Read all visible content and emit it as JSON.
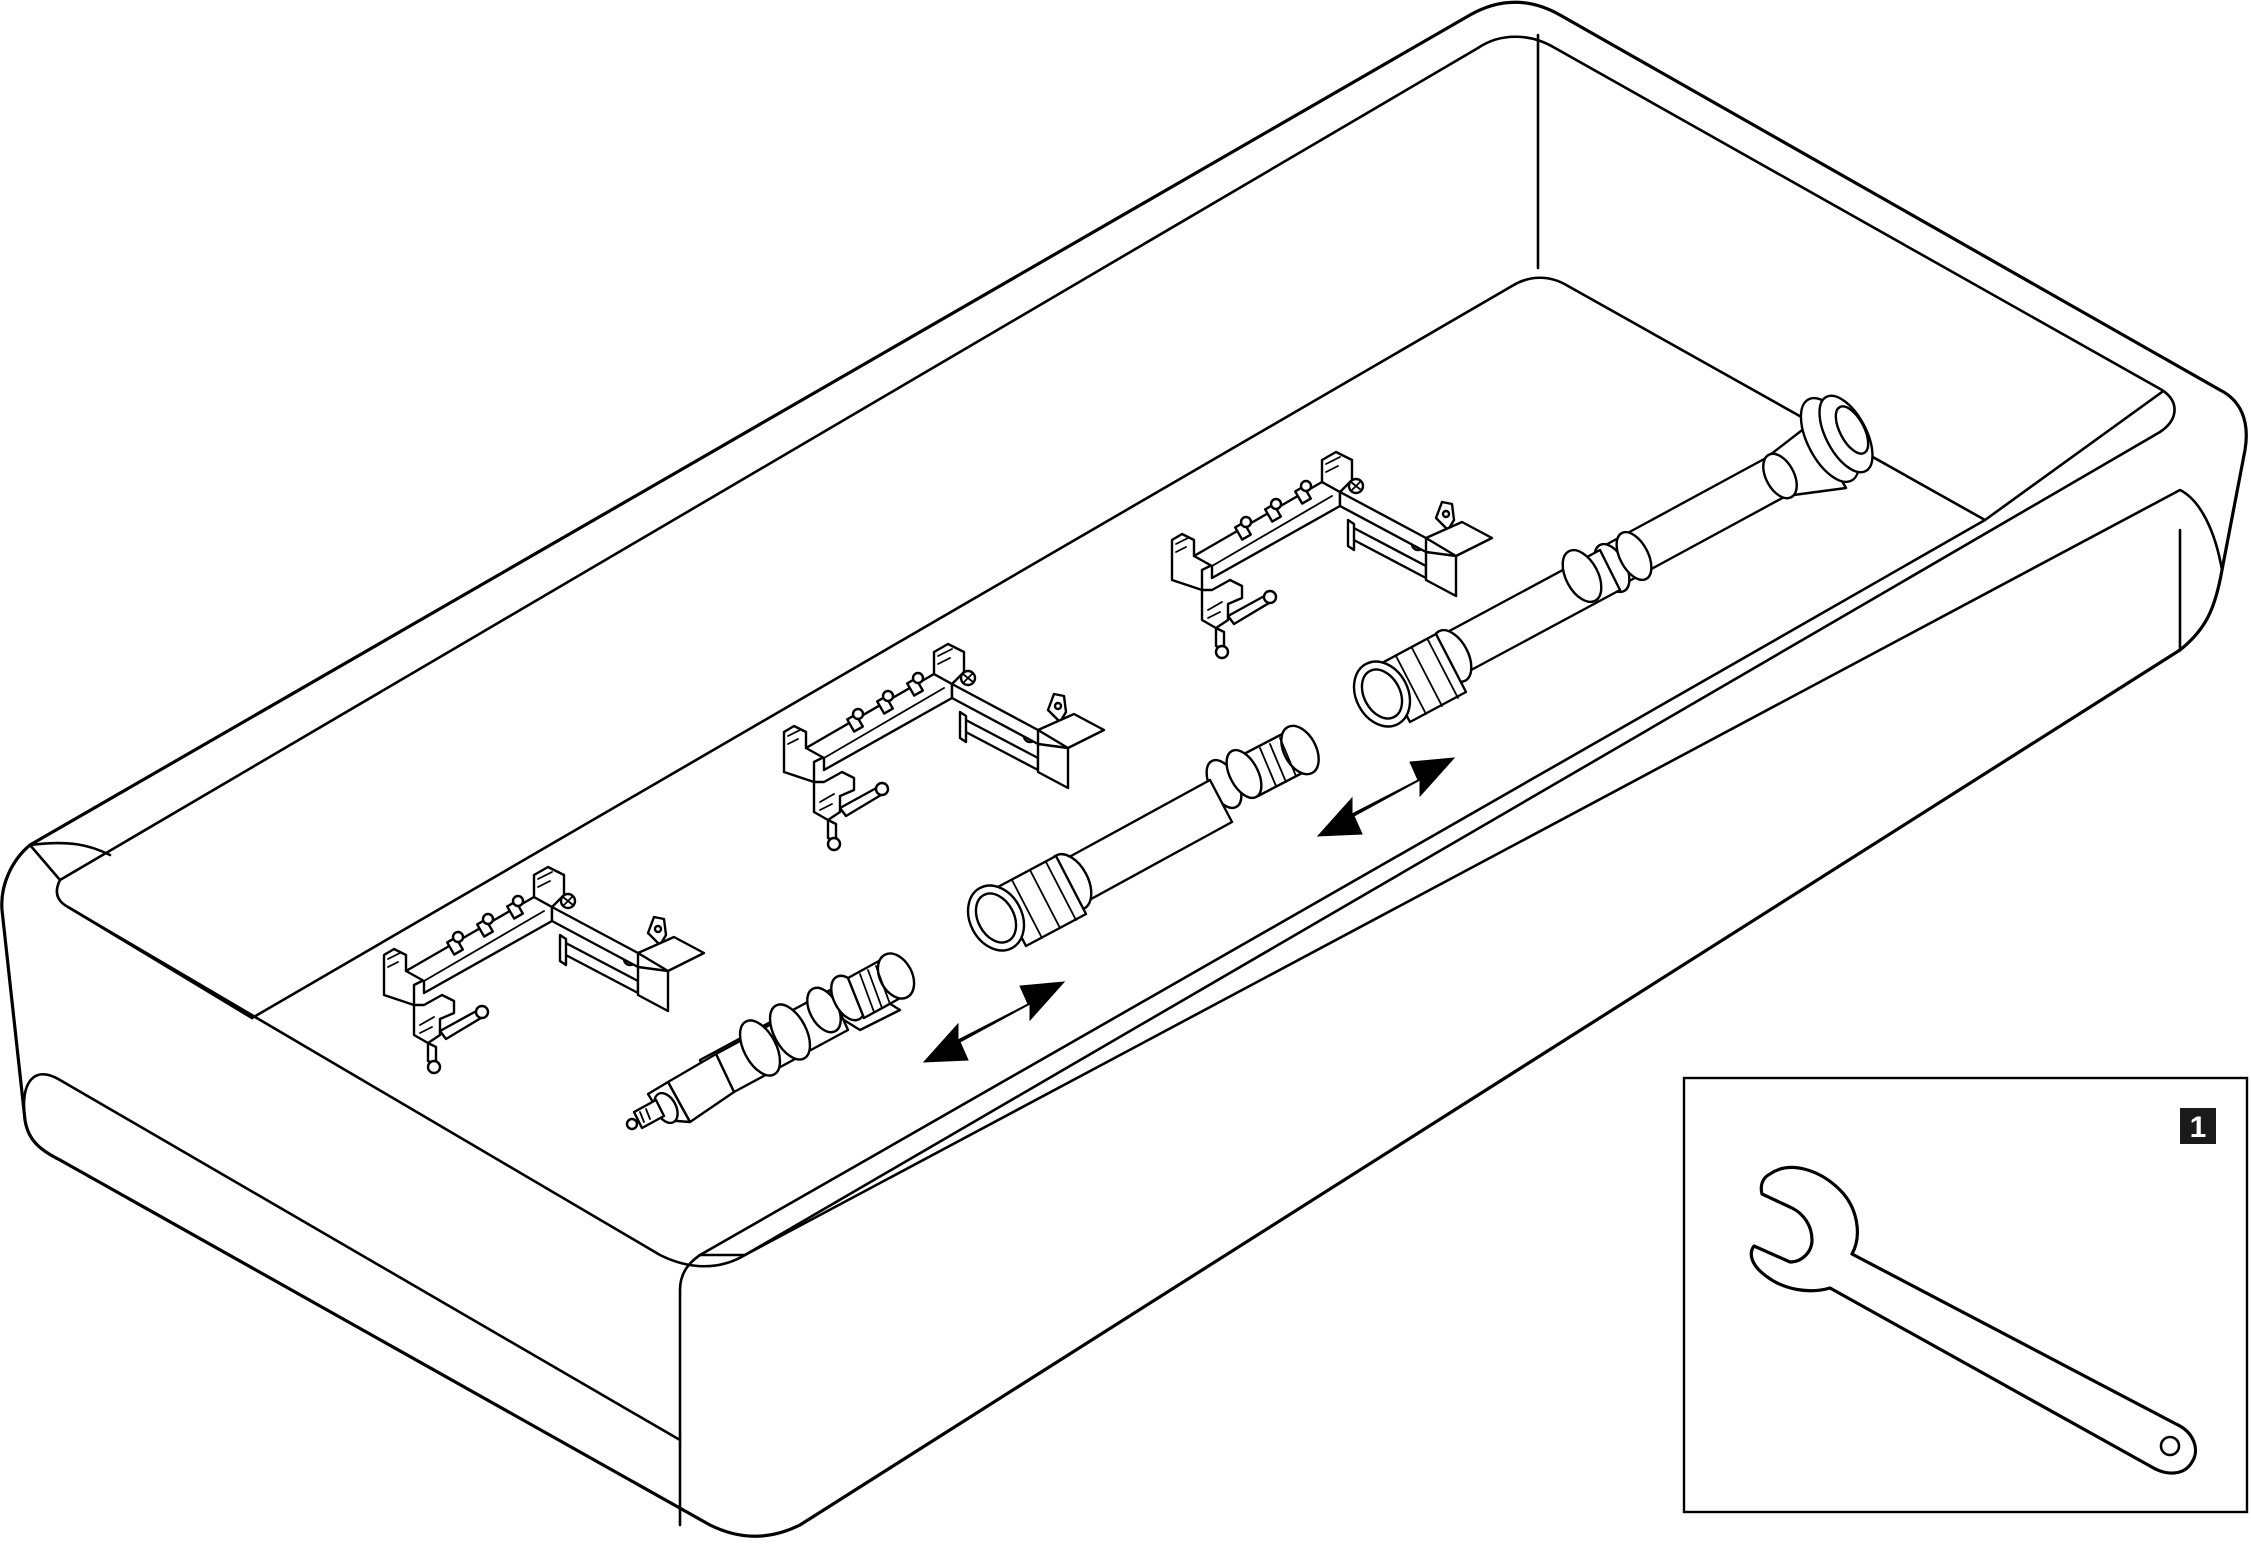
{
  "callout": {
    "step_number": "1"
  },
  "icons": {
    "tray": "basin-tray",
    "manifold": "manifold-assembly",
    "arrow": "double-headed-arrow",
    "tool": "open-end-wrench"
  },
  "colors": {
    "line": "#000000",
    "background": "#ffffff",
    "callout_badge": "#1a1a1a",
    "callout_text": "#ffffff"
  }
}
